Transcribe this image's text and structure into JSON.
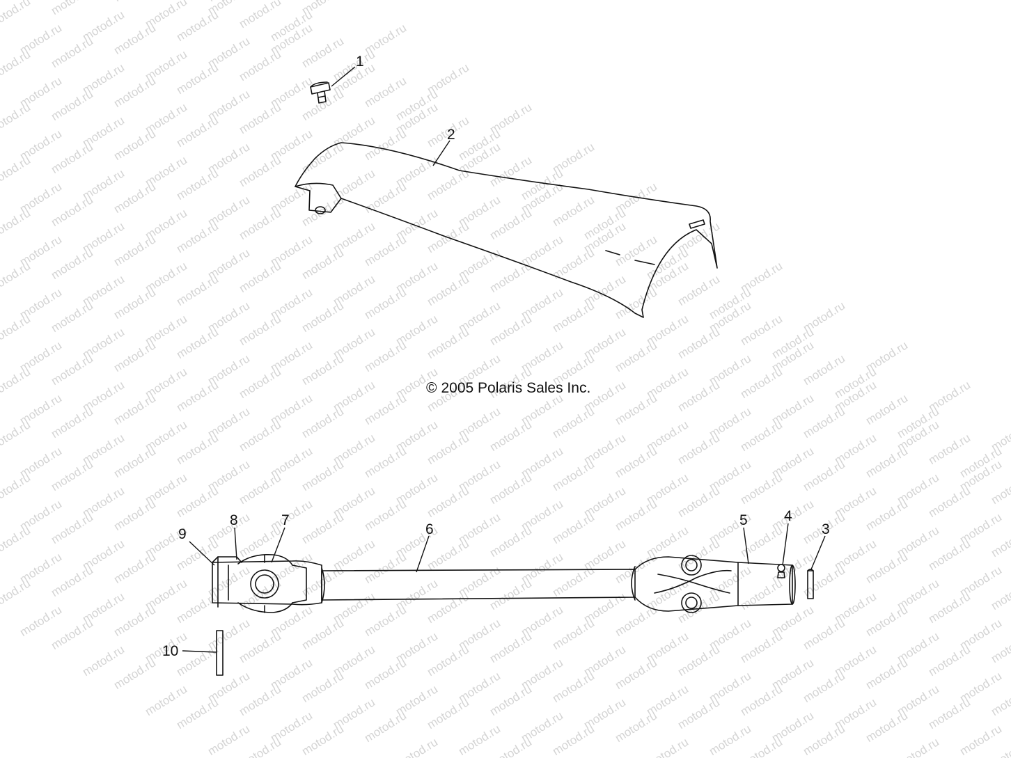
{
  "watermark": {
    "text": "motod.ru",
    "color": "#d4d4d4"
  },
  "copyright": {
    "symbol": "©",
    "text": "2005 Polaris Sales Inc."
  },
  "callouts": [
    {
      "id": "1",
      "label": "1",
      "part": "screw"
    },
    {
      "id": "2",
      "label": "2",
      "part": "driveshaft-guard"
    },
    {
      "id": "3",
      "label": "3",
      "part": "roll-pin"
    },
    {
      "id": "4",
      "label": "4",
      "part": "grease-fitting"
    },
    {
      "id": "5",
      "label": "5",
      "part": "yoke-rear"
    },
    {
      "id": "6",
      "label": "6",
      "part": "propshaft"
    },
    {
      "id": "7",
      "label": "7",
      "part": "cross-and-bearing"
    },
    {
      "id": "8",
      "label": "8",
      "part": "yoke-front"
    },
    {
      "id": "9",
      "label": "9",
      "part": "coupler"
    },
    {
      "id": "10",
      "label": "10",
      "part": "pin"
    }
  ]
}
